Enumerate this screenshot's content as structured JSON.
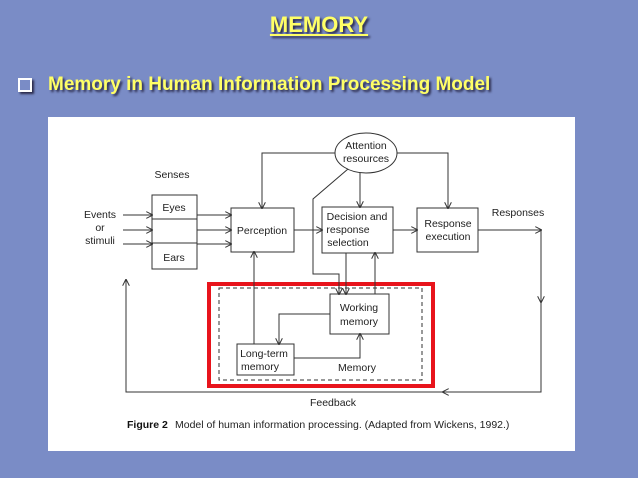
{
  "slide": {
    "title": "MEMORY",
    "bullet_text": "Memory in Human Information Processing Model",
    "title_color": "#ffff66",
    "background_color": "#7a8cc6",
    "bullet_icon": "hollow-square-bullet"
  },
  "diagram": {
    "attention": [
      "Attention",
      "resources"
    ],
    "senses_label": "Senses",
    "events": [
      "Events",
      "or",
      "stimuli"
    ],
    "eyes": "Eyes",
    "ears": "Ears",
    "perception": "Perception",
    "decision": [
      "Decision and",
      "response",
      "selection"
    ],
    "response_execution": [
      "Response",
      "execution"
    ],
    "responses_label": "Responses",
    "working_memory": [
      "Working",
      "memory"
    ],
    "long_term_memory": [
      "Long-term",
      "memory"
    ],
    "memory_label": "Memory",
    "feedback_label": "Feedback",
    "highlight_color": "#e8141c",
    "caption_label": "Figure 2",
    "caption_text": "Model of human information processing. (Adapted from Wickens, 1992.)"
  }
}
